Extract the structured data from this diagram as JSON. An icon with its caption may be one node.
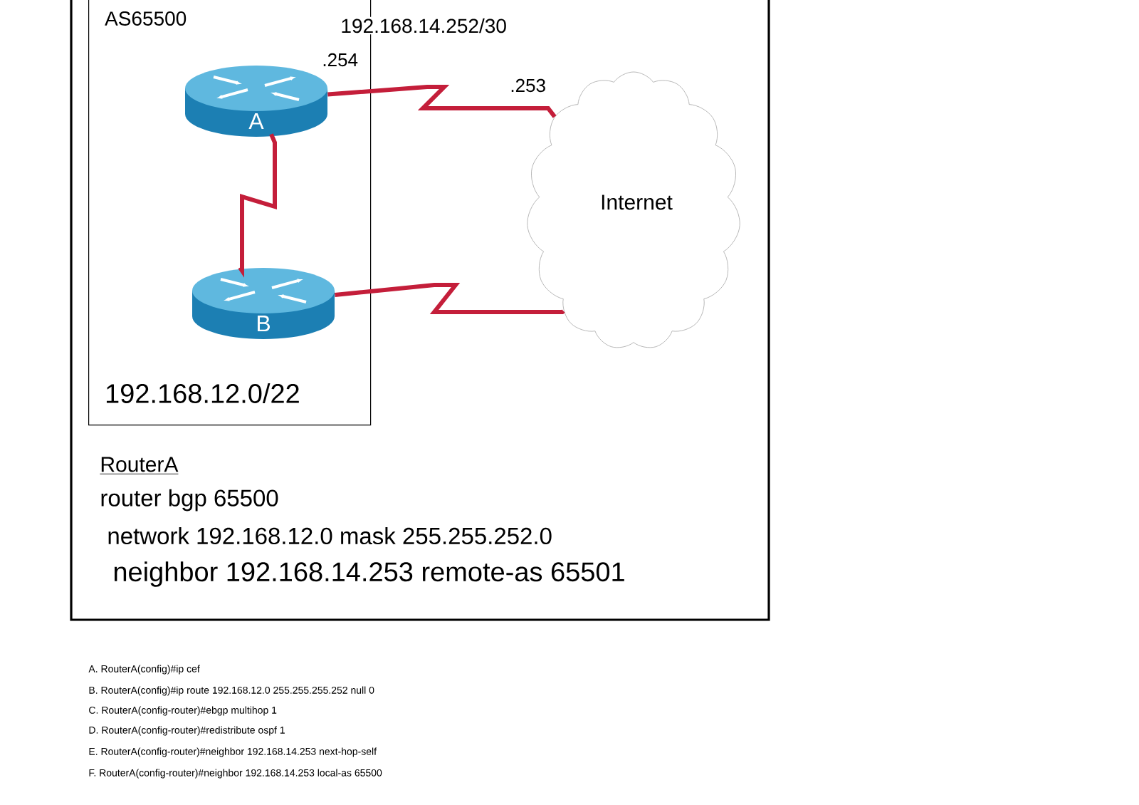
{
  "diagram": {
    "nodes": [
      {
        "text": [
          "AS65500",
          "192.168.12.0/22"
        ]
      },
      {
        "text": [
          "A"
        ],
        "in": 0
      },
      {
        "text": [
          "B"
        ],
        "in": 0
      },
      {
        "text": [
          "Internet"
        ]
      }
    ],
    "edges": [
      {
        "from": 1,
        "to": 2,
        "arrow": "none"
      },
      {
        "from": 1,
        "to": 3,
        "arrow": "none",
        "label": "192.168.14.252/30"
      },
      {
        "from": 2,
        "to": 3,
        "arrow": "none"
      }
    ],
    "labels": [
      ".254",
      ".253",
      "RouterA",
      "router bgp 65500",
      "network 192.168.12.0 mask 255.255.252.0",
      "neighbor 192.168.14.253 remote-as 65501",
      "A. RouterA(config)#ip cef",
      "B. RouterA(config)#ip route 192.168.12.0 255.255.255.252 null 0",
      "C. RouterA(config-router)#ebgp multihop 1",
      "D. RouterA(config-router)#redistribute ospf 1",
      "E. RouterA(config-router)#neighbor 192.168.14.253 next-hop-self",
      "F. RouterA(config-router)#neighbor 192.168.14.253 local-as 65500"
    ]
  }
}
